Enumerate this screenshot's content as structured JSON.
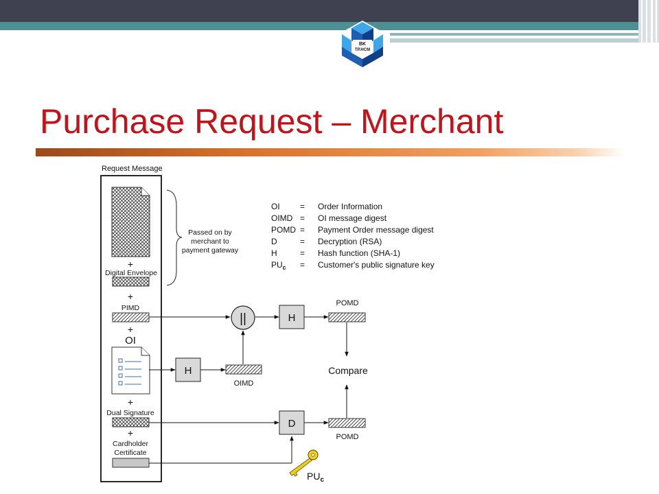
{
  "slide": {
    "title": "Purchase Request – Merchant",
    "logo_text_1": "BK",
    "logo_text_2": "TP.HCM",
    "logo_colors": [
      "#1e5fb3",
      "#3fa6e8",
      "#0d3f8a"
    ],
    "accent_title_color": "#c0141a"
  },
  "diagram": {
    "request_message_label": "Request Message",
    "plus": "+",
    "digital_envelope": "Digital Envelope",
    "pimd": "PIMD",
    "oi": "OI",
    "dual_signature": "Dual Signature",
    "cardholder_1": "Cardholder",
    "cardholder_2": "Certificate",
    "passed_on_1": "Passed on by",
    "passed_on_2": "merchant to",
    "passed_on_3": "payment gateway",
    "concat_symbol": "||",
    "hash_label": "H",
    "decrypt_label": "D",
    "pomd_top": "POMD",
    "oimd": "OIMD",
    "compare": "Compare",
    "pomd_bottom": "POMD",
    "puc_key_main": "PU",
    "puc_key_sub": "c",
    "key_icon": "key-icon",
    "legend": [
      {
        "abbr": "OI",
        "abbr_sub": "",
        "eq": "=",
        "desc": "Order Information"
      },
      {
        "abbr": "OIMD",
        "abbr_sub": "",
        "eq": "=",
        "desc": "OI message digest"
      },
      {
        "abbr": "POMD",
        "abbr_sub": "",
        "eq": "=",
        "desc": "Payment Order message digest"
      },
      {
        "abbr": "D",
        "abbr_sub": "",
        "eq": "=",
        "desc": "Decryption (RSA)"
      },
      {
        "abbr": "H",
        "abbr_sub": "",
        "eq": "=",
        "desc": "Hash function (SHA-1)"
      },
      {
        "abbr": "PU",
        "abbr_sub": "c",
        "eq": "=",
        "desc": "Customer's public signature key"
      }
    ]
  }
}
